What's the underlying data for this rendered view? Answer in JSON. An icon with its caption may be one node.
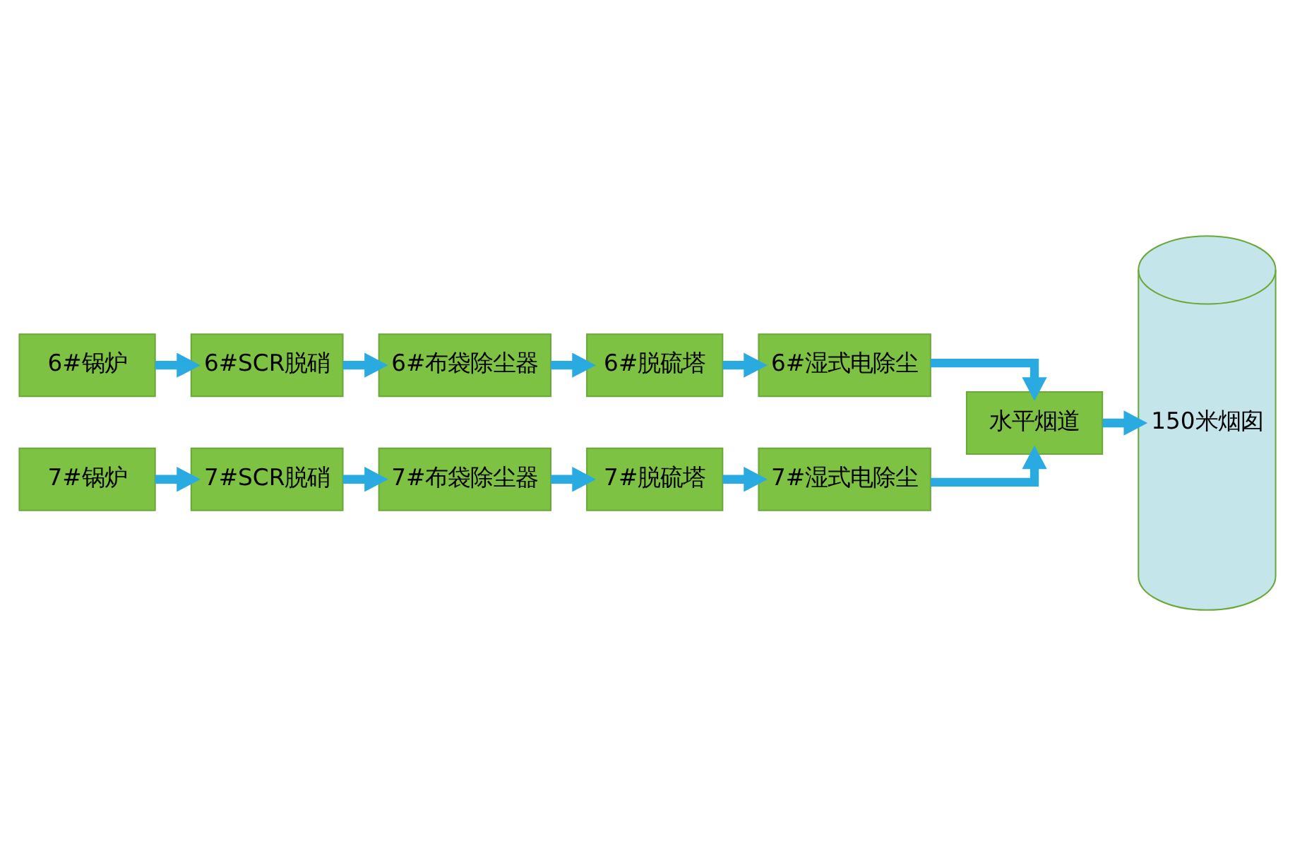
{
  "diagram": {
    "nodes": [
      {
        "text": [
          "6#锅炉"
        ]
      },
      {
        "text": [
          "6#SCR脱硝"
        ]
      },
      {
        "text": [
          "6#布袋除尘器"
        ]
      },
      {
        "text": [
          "6#脱硫塔"
        ]
      },
      {
        "text": [
          "6#湿式电除尘"
        ]
      },
      {
        "text": [
          "7#锅炉"
        ]
      },
      {
        "text": [
          "7#SCR脱硝"
        ]
      },
      {
        "text": [
          "7#布袋除尘器"
        ]
      },
      {
        "text": [
          "7#脱硫塔"
        ]
      },
      {
        "text": [
          "7#湿式电除尘"
        ]
      },
      {
        "text": [
          "水平烟道"
        ]
      },
      {
        "text": [
          "150米烟囱"
        ]
      }
    ],
    "edges": [
      {
        "from": 0,
        "to": 1,
        "arrow": "to"
      },
      {
        "from": 1,
        "to": 2,
        "arrow": "to"
      },
      {
        "from": 2,
        "to": 3,
        "arrow": "to"
      },
      {
        "from": 3,
        "to": 4,
        "arrow": "to"
      },
      {
        "from": 5,
        "to": 6,
        "arrow": "to"
      },
      {
        "from": 6,
        "to": 7,
        "arrow": "to"
      },
      {
        "from": 7,
        "to": 8,
        "arrow": "to"
      },
      {
        "from": 8,
        "to": 9,
        "arrow": "to"
      },
      {
        "from": 4,
        "to": 10,
        "arrow": "to"
      },
      {
        "from": 9,
        "to": 10,
        "arrow": "to"
      },
      {
        "from": 10,
        "to": 11,
        "arrow": "to"
      }
    ]
  }
}
